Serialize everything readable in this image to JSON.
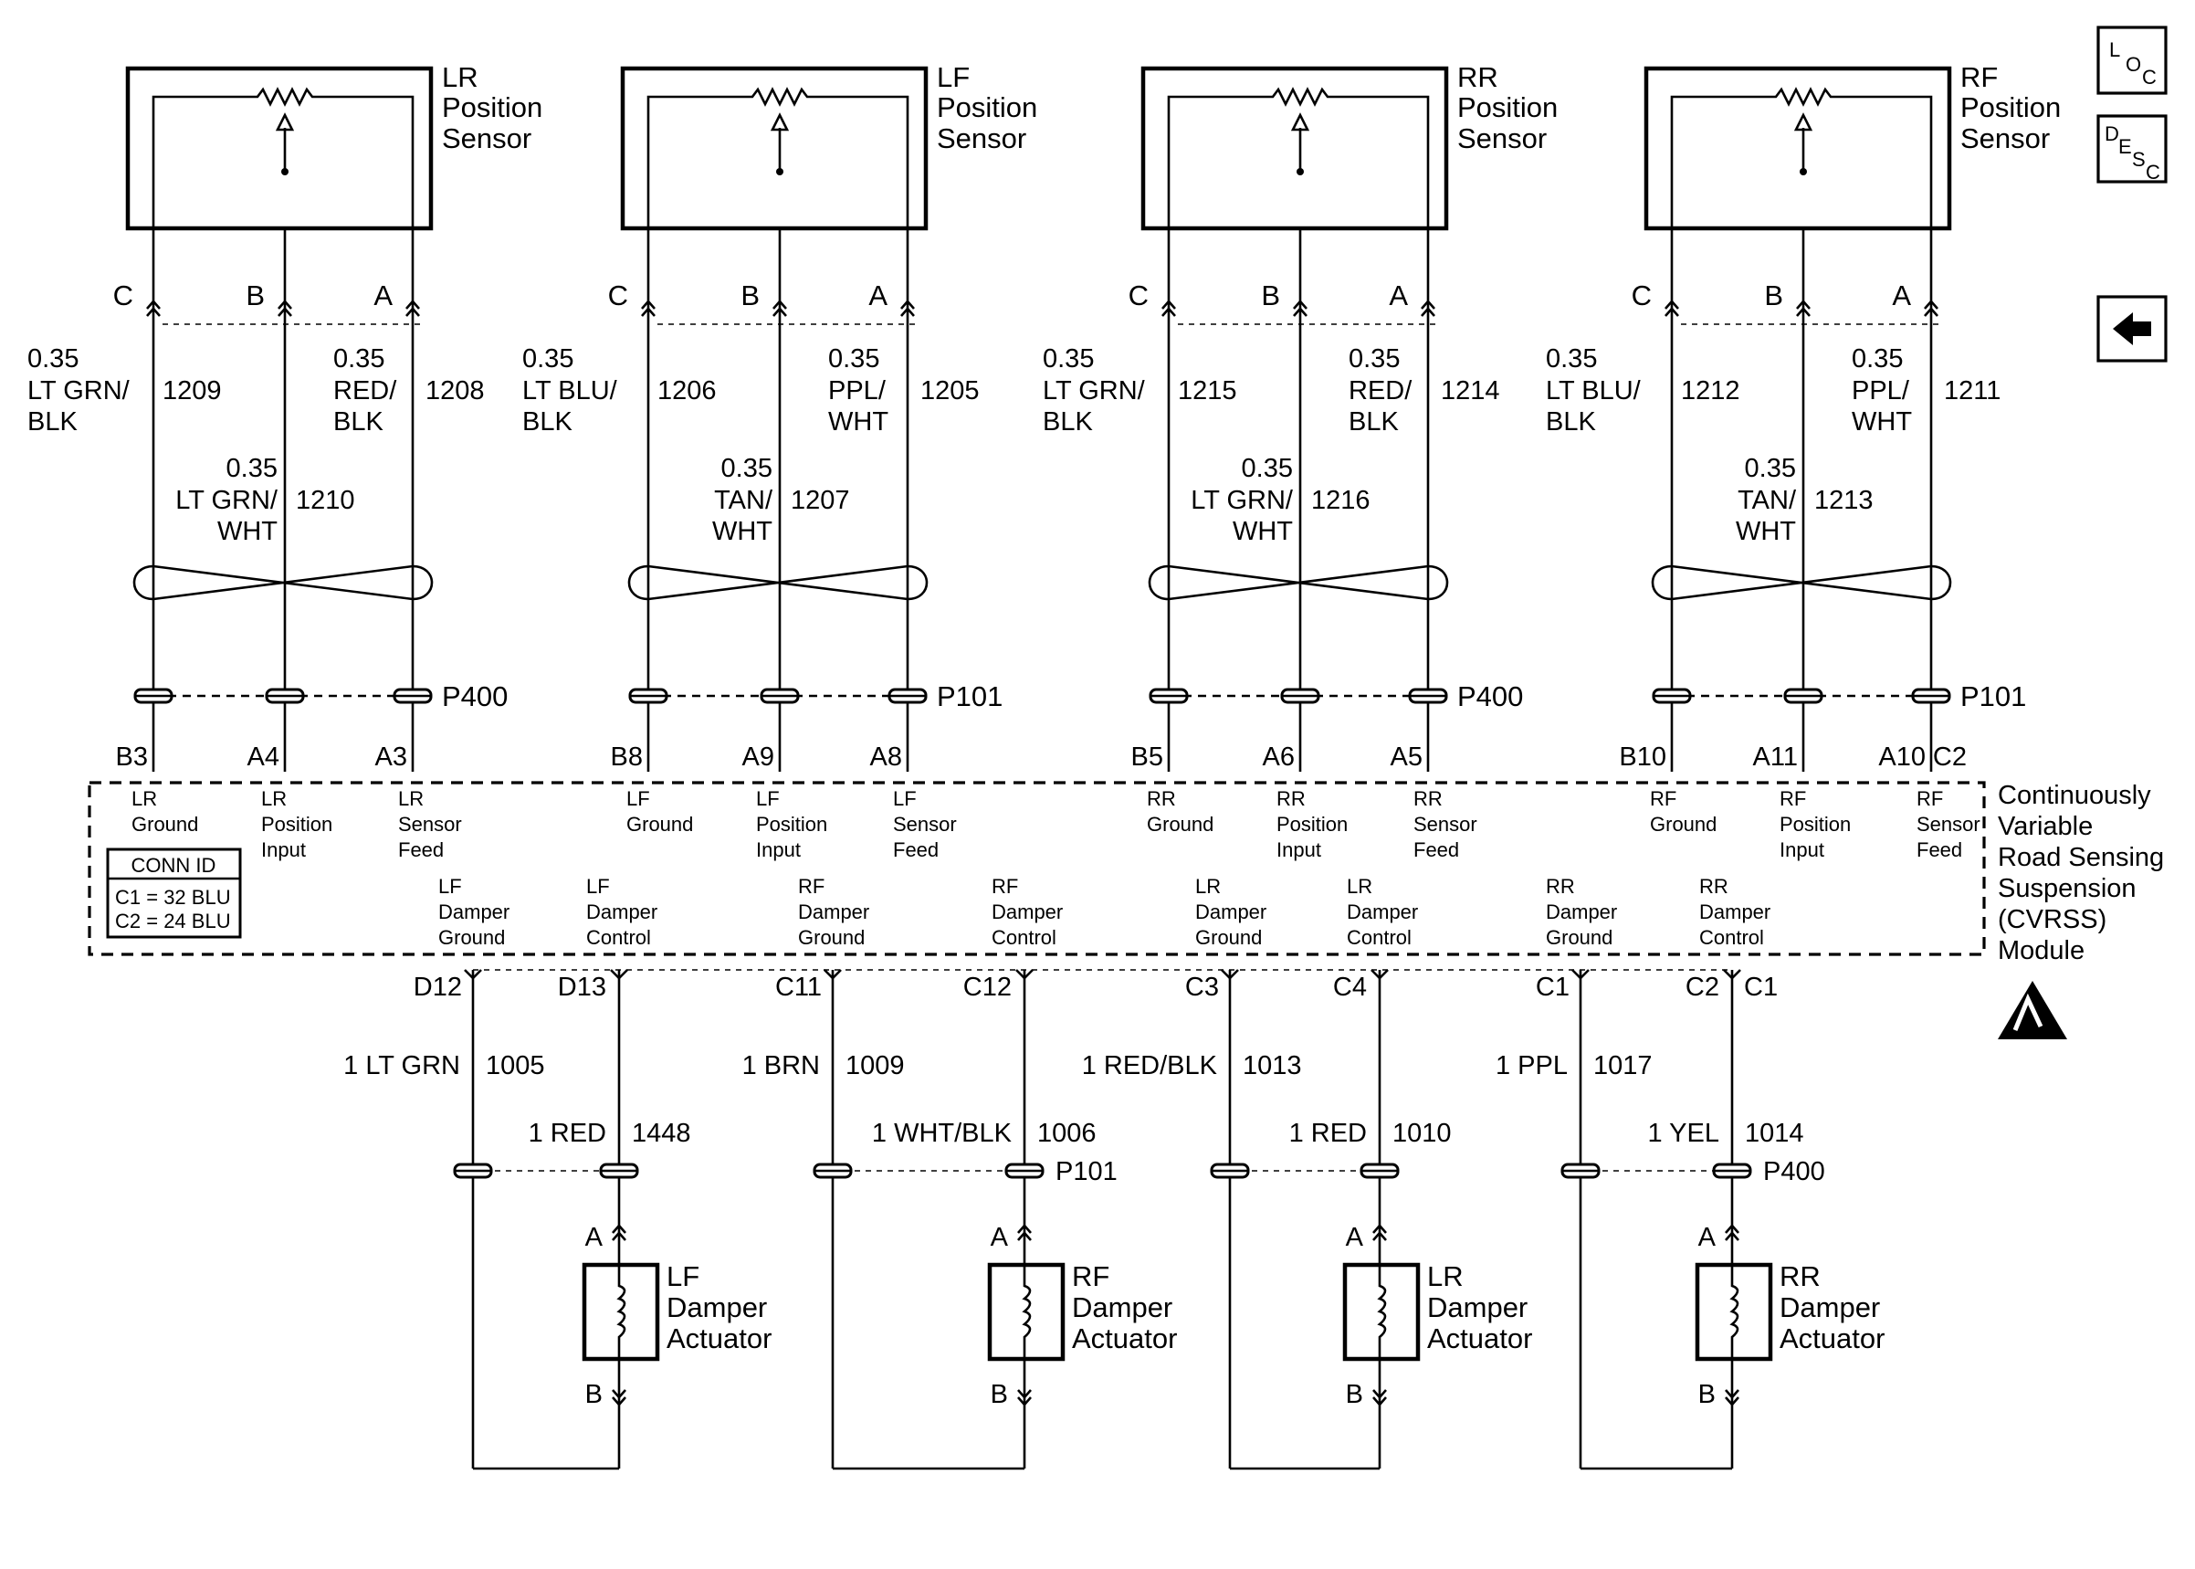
{
  "nav": {
    "loc_main": "L",
    "loc_sub1": "O",
    "loc_sub2": "C",
    "desc_main": "D",
    "desc_sub1": "E",
    "desc_sub2": "S",
    "desc_sub3": "C",
    "back_icon": "back-arrow-icon"
  },
  "sensors": [
    {
      "name_line1": "LR",
      "name_line2": "Position",
      "name_line3": "Sensor",
      "pin_c": "C",
      "pin_b": "B",
      "pin_a": "A",
      "c_size": "0.35",
      "c_color1": "LT GRN/",
      "c_color2": "BLK",
      "c_circuit": "1209",
      "a_size": "0.35",
      "a_color1": "RED/",
      "a_color2": "BLK",
      "a_circuit": "1208",
      "b_size": "0.35",
      "b_color1": "LT GRN/",
      "b_color2": "WHT",
      "b_circuit": "1210",
      "connector": "P400",
      "mod_pin_c": "B3",
      "mod_pin_b": "A4",
      "mod_pin_a": "A3",
      "g1": "LR",
      "g2": "Ground",
      "p1": "LR",
      "p2": "Position",
      "p3": "Input",
      "f1": "LR",
      "f2": "Sensor",
      "f3": "Feed"
    },
    {
      "name_line1": "LF",
      "name_line2": "Position",
      "name_line3": "Sensor",
      "pin_c": "C",
      "pin_b": "B",
      "pin_a": "A",
      "c_size": "0.35",
      "c_color1": "LT BLU/",
      "c_color2": "BLK",
      "c_circuit": "1206",
      "a_size": "0.35",
      "a_color1": "PPL/",
      "a_color2": "WHT",
      "a_circuit": "1205",
      "b_size": "0.35",
      "b_color1": "TAN/",
      "b_color2": "WHT",
      "b_circuit": "1207",
      "connector": "P101",
      "mod_pin_c": "B8",
      "mod_pin_b": "A9",
      "mod_pin_a": "A8",
      "g1": "LF",
      "g2": "Ground",
      "p1": "LF",
      "p2": "Position",
      "p3": "Input",
      "f1": "LF",
      "f2": "Sensor",
      "f3": "Feed"
    },
    {
      "name_line1": "RR",
      "name_line2": "Position",
      "name_line3": "Sensor",
      "pin_c": "C",
      "pin_b": "B",
      "pin_a": "A",
      "c_size": "0.35",
      "c_color1": "LT GRN/",
      "c_color2": "BLK",
      "c_circuit": "1215",
      "a_size": "0.35",
      "a_color1": "RED/",
      "a_color2": "BLK",
      "a_circuit": "1214",
      "b_size": "0.35",
      "b_color1": "LT GRN/",
      "b_color2": "WHT",
      "b_circuit": "1216",
      "connector": "P400",
      "mod_pin_c": "B5",
      "mod_pin_b": "A6",
      "mod_pin_a": "A5",
      "g1": "RR",
      "g2": "Ground",
      "p1": "RR",
      "p2": "Position",
      "p3": "Input",
      "f1": "RR",
      "f2": "Sensor",
      "f3": "Feed"
    },
    {
      "name_line1": "RF",
      "name_line2": "Position",
      "name_line3": "Sensor",
      "pin_c": "C",
      "pin_b": "B",
      "pin_a": "A",
      "c_size": "0.35",
      "c_color1": "LT BLU/",
      "c_color2": "BLK",
      "c_circuit": "1212",
      "a_size": "0.35",
      "a_color1": "PPL/",
      "a_color2": "WHT",
      "a_circuit": "1211",
      "b_size": "0.35",
      "b_color1": "TAN/",
      "b_color2": "WHT",
      "b_circuit": "1213",
      "connector": "P101",
      "mod_pin_c": "B10",
      "mod_pin_b": "A11",
      "mod_pin_a": "A10",
      "g1": "RF",
      "g2": "Ground",
      "p1": "RF",
      "p2": "Position",
      "p3": "Input",
      "f1": "RF",
      "f2": "Sensor",
      "f3": "Feed"
    }
  ],
  "module": {
    "name_lines": [
      "Continuously",
      "Variable",
      "Road Sensing",
      "Suspension",
      "(CVRSS)",
      "Module"
    ],
    "top_connector": "C2",
    "conn_id_title": "CONN ID",
    "conn_id_rows": [
      "C1 = 32 BLU",
      "C2 = 24 BLU"
    ],
    "esd_icon": "esd-warning-icon"
  },
  "dampers": [
    {
      "g1": "LF",
      "g2": "Damper",
      "g3": "Ground",
      "c1": "LF",
      "c2": "Damper",
      "c3": "Control",
      "g_pin": "D12",
      "c_pin": "D13",
      "g_wire": "1 LT GRN",
      "g_circuit": "1005",
      "c_wire": "1 RED",
      "c_circuit": "1448",
      "connector": "",
      "pin_a": "A",
      "pin_b": "B",
      "name_line1": "LF",
      "name_line2": "Damper",
      "name_line3": "Actuator"
    },
    {
      "g1": "RF",
      "g2": "Damper",
      "g3": "Ground",
      "c1": "RF",
      "c2": "Damper",
      "c3": "Control",
      "g_pin": "C11",
      "c_pin": "C12",
      "g_wire": "1 BRN",
      "g_circuit": "1009",
      "c_wire": "1 WHT/BLK",
      "c_circuit": "1006",
      "connector": "P101",
      "pin_a": "A",
      "pin_b": "B",
      "name_line1": "RF",
      "name_line2": "Damper",
      "name_line3": "Actuator"
    },
    {
      "g1": "LR",
      "g2": "Damper",
      "g3": "Ground",
      "c1": "LR",
      "c2": "Damper",
      "c3": "Control",
      "g_pin": "C3",
      "c_pin": "C4",
      "g_wire": "1 RED/BLK",
      "g_circuit": "1013",
      "c_wire": "1 RED",
      "c_circuit": "1010",
      "connector": "",
      "pin_a": "A",
      "pin_b": "B",
      "name_line1": "LR",
      "name_line2": "Damper",
      "name_line3": "Actuator"
    },
    {
      "g1": "RR",
      "g2": "Damper",
      "g3": "Ground",
      "c1": "RR",
      "c2": "Damper",
      "c3": "Control",
      "g_pin": "C1",
      "c_pin": "C2",
      "g_wire": "1 PPL",
      "g_circuit": "1017",
      "c_wire": "1 YEL",
      "c_circuit": "1014",
      "connector": "P400",
      "pin_a": "A",
      "pin_b": "B",
      "name_line1": "RR",
      "name_line2": "Damper",
      "name_line3": "Actuator"
    }
  ],
  "bottom_connector_extra": "C1"
}
